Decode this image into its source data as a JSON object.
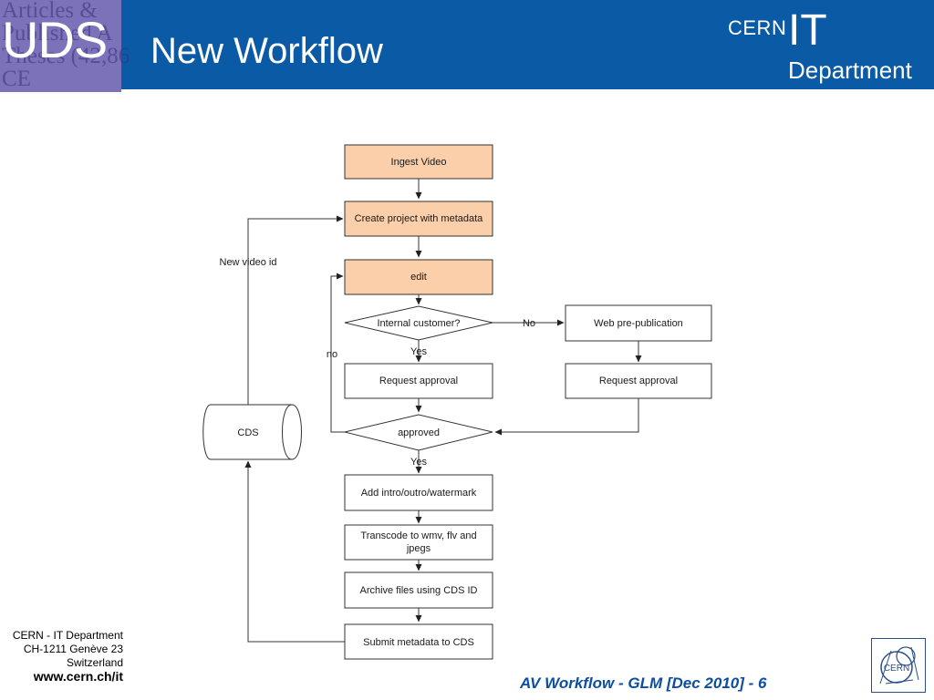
{
  "header": {
    "logo_text": "UDS",
    "logo_background_lines": [
      "Articles &",
      "Published A",
      "Theses (42,86",
      "CE"
    ],
    "title": "New Workflow",
    "org_cern": "CERN",
    "org_it": "IT",
    "org_department": "Department",
    "bar_color": "#0b5aa6"
  },
  "flowchart": {
    "nodes": {
      "ingest": "Ingest Video",
      "create_project": "Create project with metadata",
      "edit": "edit",
      "internal_customer": "Internal customer?",
      "web_prepublication": "Web pre-publication",
      "request_approval_left": "Request approval",
      "request_approval_right": "Request approval",
      "approved": "approved",
      "add_intro": "Add intro/outro/watermark",
      "transcode_line1": "Transcode to wmv, flv and",
      "transcode_line2": "jpegs",
      "archive": "Archive files using CDS ID",
      "submit": "Submit metadata to CDS",
      "cds": "CDS"
    },
    "edge_labels": {
      "no_caps": "No",
      "yes_internal": "Yes",
      "no_loop": "no",
      "yes_approved": "Yes",
      "new_video_id": "New video id"
    },
    "highlight_fill": "#fbcfa9"
  },
  "footer": {
    "address_line1": "CERN - IT Department",
    "address_line2": "CH-1211 Genève 23",
    "address_line3": "Switzerland",
    "url": "www.cern.ch/it",
    "caption": "AV Workflow - GLM [Dec 2010] - 6",
    "logo_text": "CERN"
  }
}
